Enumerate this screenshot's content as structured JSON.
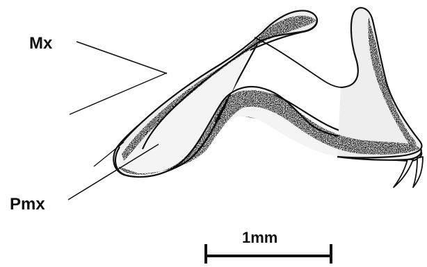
{
  "labels": {
    "maxilla": "Mx",
    "premaxilla": "Pmx"
  },
  "scale_bar": {
    "label": "1mm"
  },
  "colors": {
    "ink": "#111111",
    "background": "#ffffff"
  }
}
